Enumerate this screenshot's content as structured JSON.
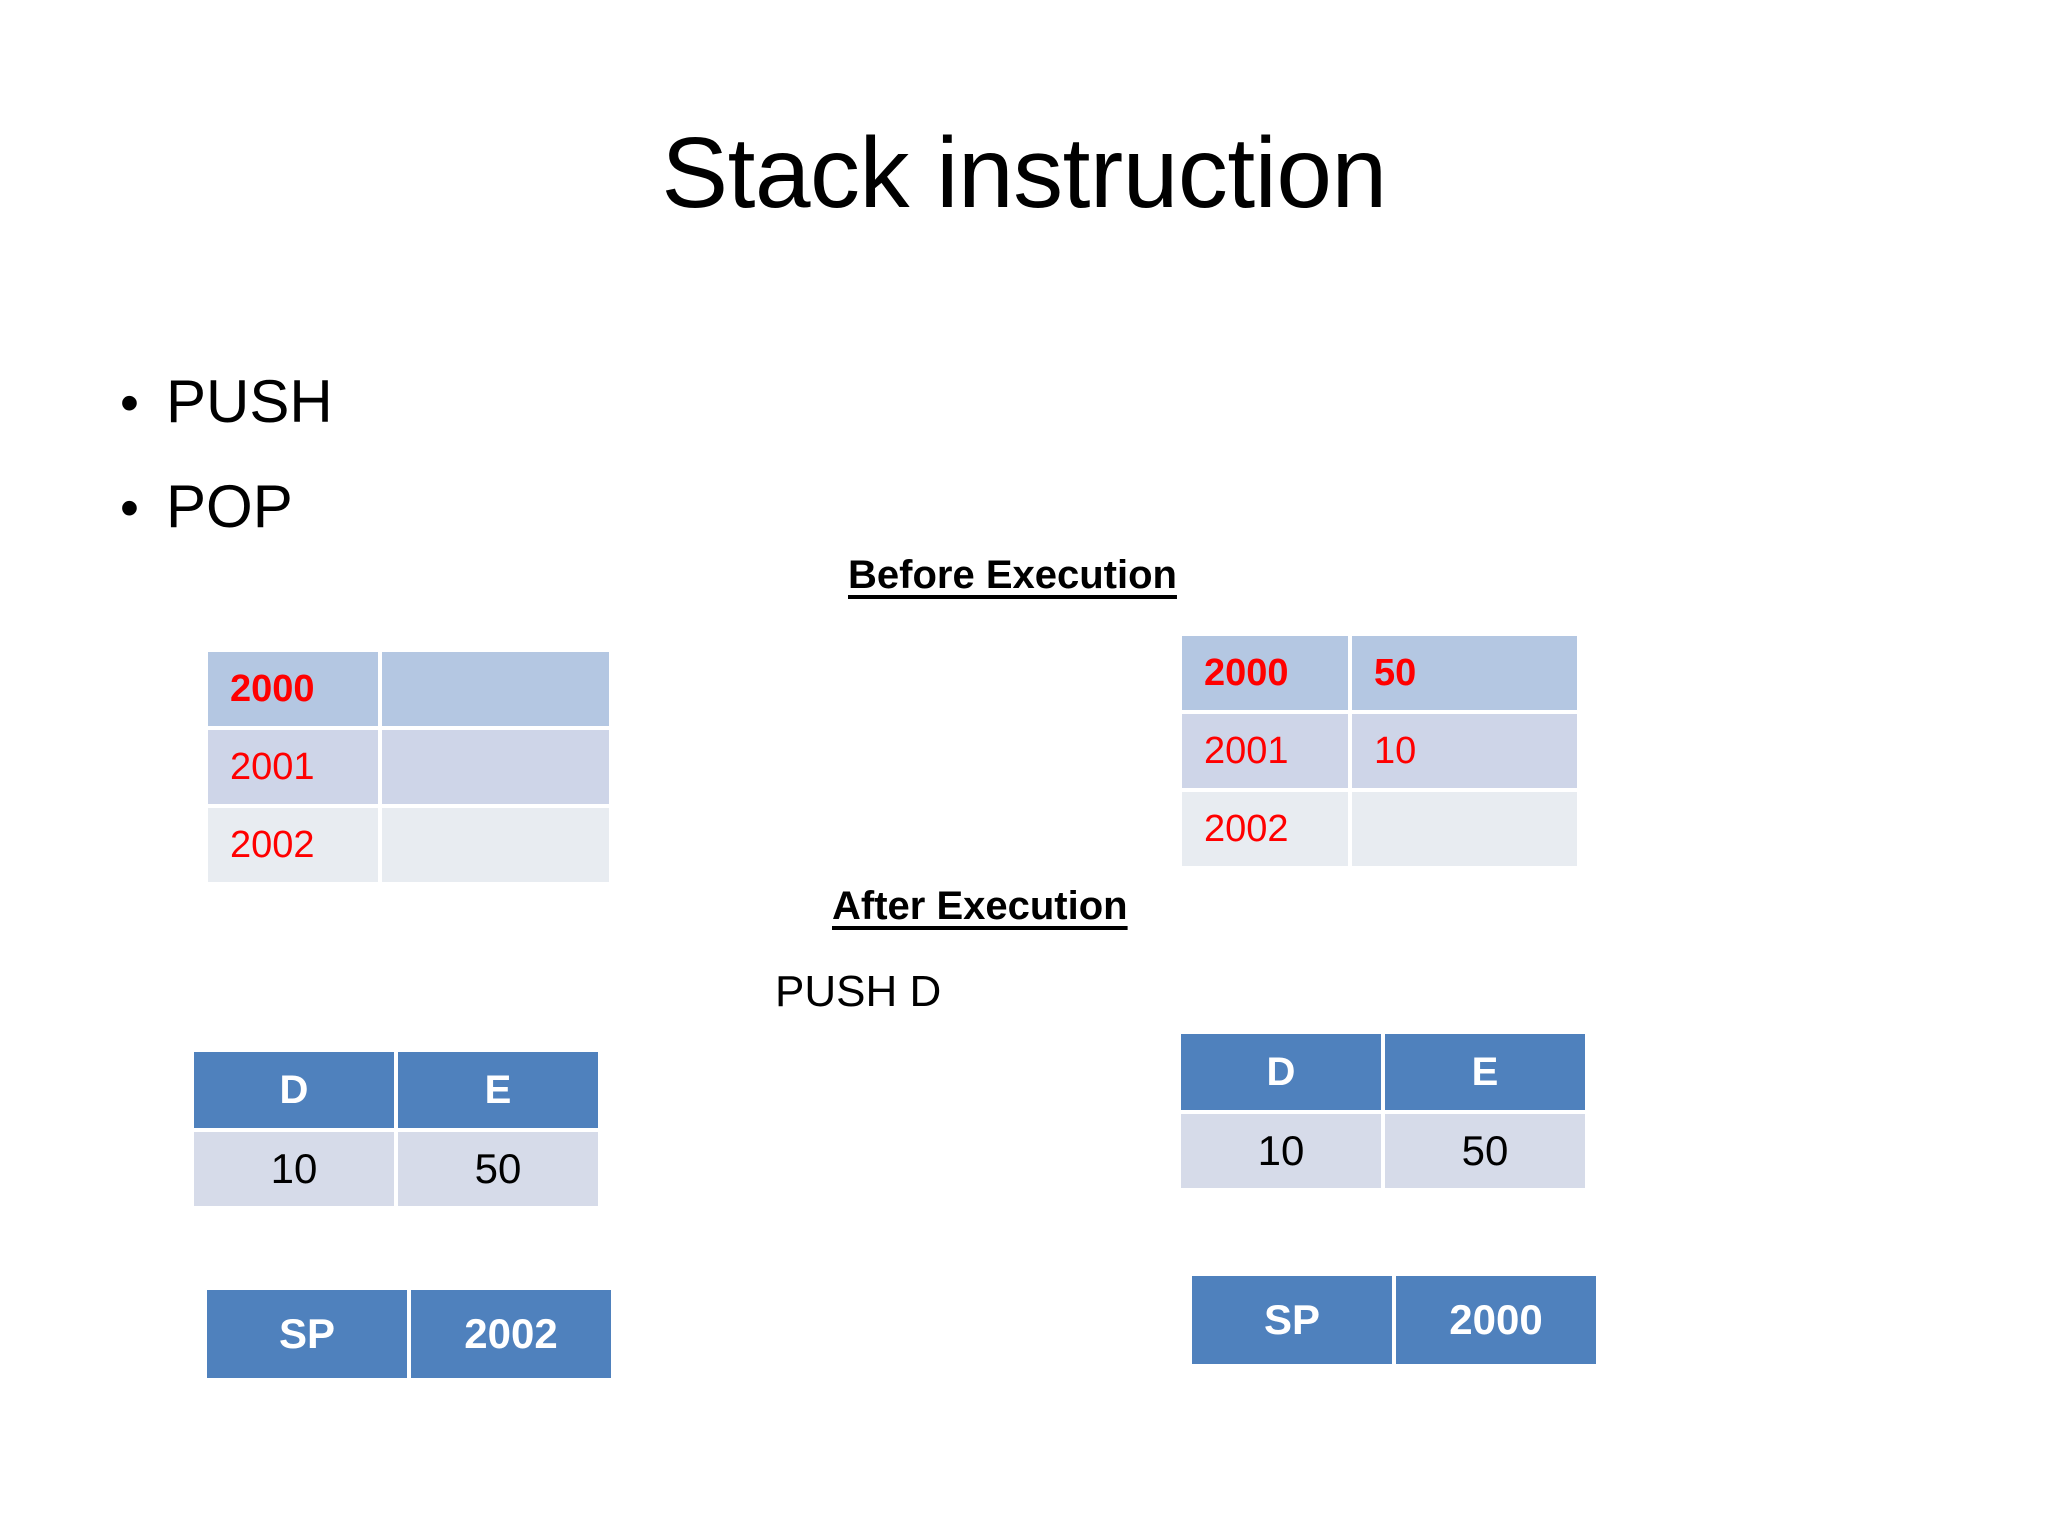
{
  "slide": {
    "title": "Stack instruction",
    "background_color": "#ffffff"
  },
  "bullets": [
    {
      "marker": "•",
      "label": "PUSH"
    },
    {
      "marker": "•",
      "label": "POP"
    }
  ],
  "labels": {
    "before_execution": "Before Execution",
    "after_execution": "After Execution",
    "instruction": "PUSH D"
  },
  "colors": {
    "header_blue": "#4f81bd",
    "row_top_blue": "#b4c7e2",
    "row_mid_blue": "#ced5e8",
    "row_bottom_gray": "#e8ecf1",
    "register_value_bg": "#d6dbe9",
    "address_red": "#ff0000",
    "text_black": "#000000",
    "text_white": "#ffffff"
  },
  "memory_before": {
    "caption": "Before Execution",
    "rows": [
      {
        "address": "2000",
        "value": "",
        "bold": true
      },
      {
        "address": "2001",
        "value": "",
        "bold": false
      },
      {
        "address": "2002",
        "value": "",
        "bold": false
      }
    ]
  },
  "memory_after": {
    "caption": "After Execution",
    "rows": [
      {
        "address": "2000",
        "value": "50",
        "bold": true
      },
      {
        "address": "2001",
        "value": "10",
        "bold": false
      },
      {
        "address": "2002",
        "value": "",
        "bold": false
      }
    ]
  },
  "registers_before": {
    "headers": [
      "D",
      "E"
    ],
    "values": [
      "10",
      "50"
    ]
  },
  "registers_after": {
    "headers": [
      "D",
      "E"
    ],
    "values": [
      "10",
      "50"
    ]
  },
  "stack_pointer_before": {
    "label": "SP",
    "value": "2002"
  },
  "stack_pointer_after": {
    "label": "SP",
    "value": "2000"
  }
}
